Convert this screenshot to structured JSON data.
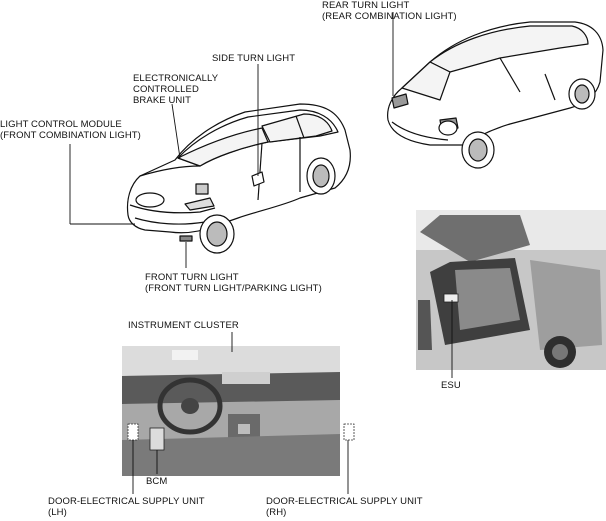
{
  "labels": {
    "rear_turn_light": "REAR TURN LIGHT\n(REAR COMBINATION LIGHT)",
    "side_turn_light": "SIDE TURN LIGHT",
    "ebu": "ELECTRONICALLY\nCONTROLLED\nBRAKE UNIT",
    "light_control_module": "LIGHT CONTROL MODULE\n(FRONT COMBINATION LIGHT)",
    "front_turn_light": "FRONT TURN LIGHT\n(FRONT TURN LIGHT/PARKING LIGHT)",
    "instrument_cluster": "INSTRUMENT CLUSTER",
    "esu": "ESU",
    "bcm": "BCM",
    "door_lh": "DOOR-ELECTRICAL SUPPLY UNIT\n(LH)",
    "door_rh": "DOOR-ELECTRICAL SUPPLY UNIT\n(RH)"
  }
}
